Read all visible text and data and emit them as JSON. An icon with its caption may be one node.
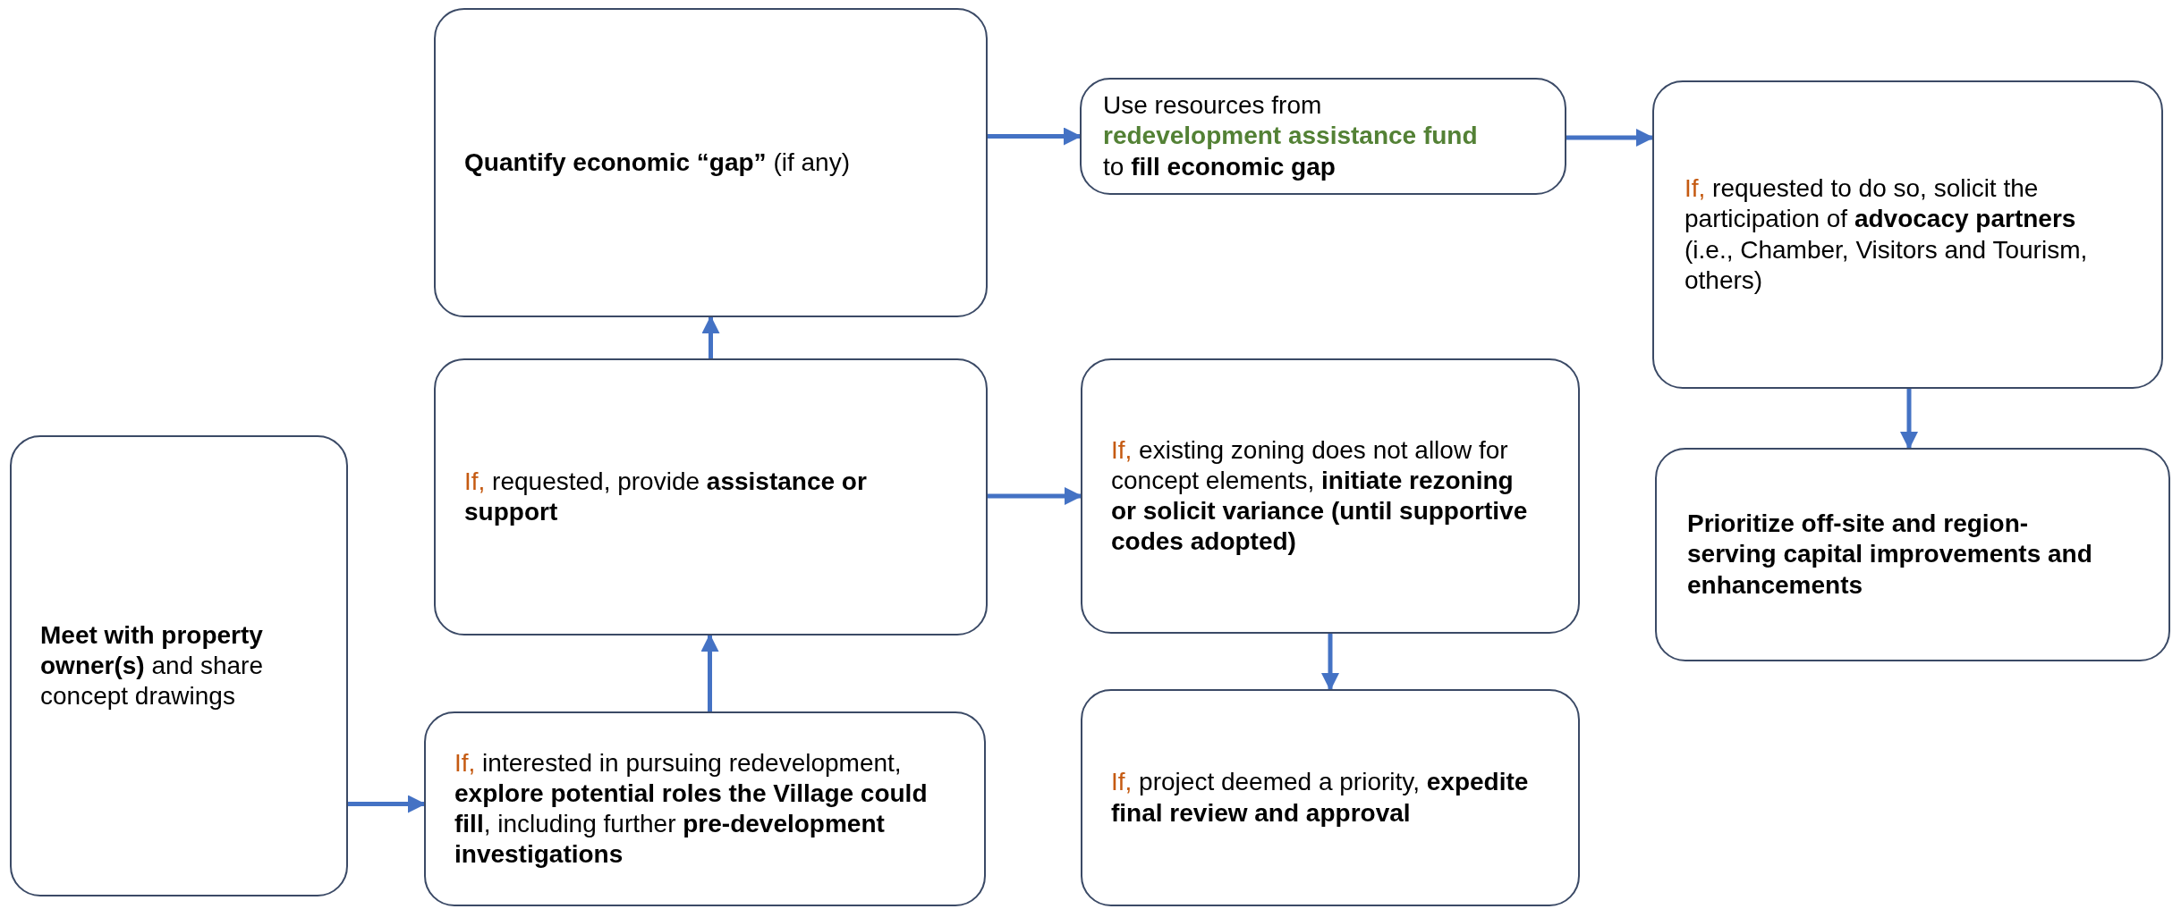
{
  "diagram": {
    "nodes": [
      {
        "text": [
          "**Meet with property owner(s)** and share concept drawings"
        ]
      },
      {
        "text": [
          "If,",
          "interested in pursuing redevelopment, **explore potential roles the Village could fill**, including further **pre-development investigations**"
        ]
      },
      {
        "text": [
          "If,",
          "requested, provide **assistance or support**"
        ]
      },
      {
        "text": [
          "**Quantify economic “gap”** (if any)"
        ]
      },
      {
        "text": [
          "Use resources from",
          "redevelopment assistance fund",
          "to **fill economic gap**"
        ]
      },
      {
        "text": [
          "If,",
          "existing zoning does not allow for concept elements, **initiate rezoning or solicit variance (until supportive codes adopted)**"
        ]
      },
      {
        "text": [
          "If,",
          "project deemed a priority, **expedite final review and approval**"
        ]
      },
      {
        "text": [
          "If,",
          "requested to do so, solicit the participation of **advocacy partners** (i.e., Chamber, Visitors and Tourism, others)"
        ]
      },
      {
        "text": [
          "Prioritize off-site and region-serving capital improvements and enhancements"
        ]
      }
    ],
    "edges": [
      {
        "from": 0,
        "to": 1,
        "arrow": "to"
      },
      {
        "from": 1,
        "to": 2,
        "arrow": "to"
      },
      {
        "from": 2,
        "to": 3,
        "arrow": "to"
      },
      {
        "from": 3,
        "to": 4,
        "arrow": "to"
      },
      {
        "from": 4,
        "to": 7,
        "arrow": "to"
      },
      {
        "from": 2,
        "to": 5,
        "arrow": "to"
      },
      {
        "from": 5,
        "to": 6,
        "arrow": "to"
      },
      {
        "from": 7,
        "to": 8,
        "arrow": "to"
      }
    ]
  }
}
